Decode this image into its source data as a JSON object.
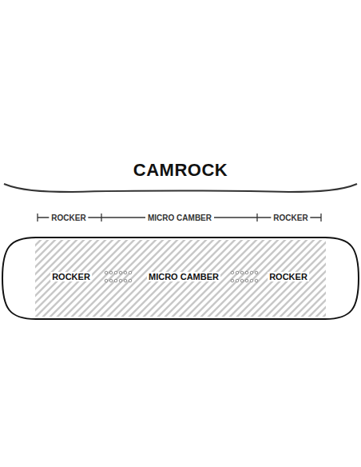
{
  "diagram": {
    "title": "CAMROCK",
    "labels": [
      "ROCKER",
      "MICRO CAMBER",
      "ROCKER",
      "ROCKER",
      "MICRO CAMBER",
      "ROCKER"
    ]
  }
}
